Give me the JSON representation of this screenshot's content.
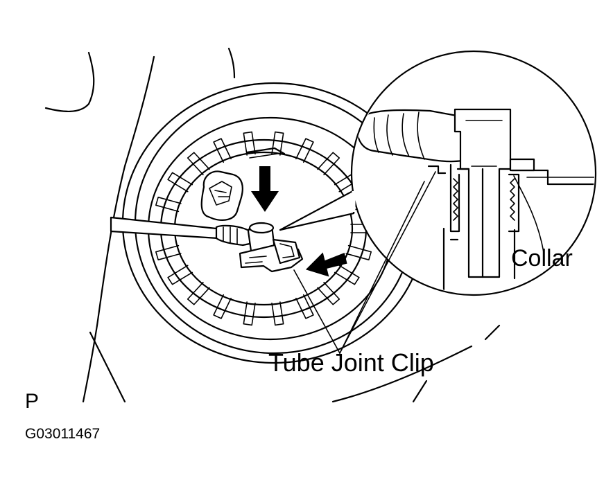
{
  "labels": {
    "collar": "Collar",
    "tube_joint_clip": "Tube Joint Clip",
    "view": "P",
    "figure_code": "G03011467"
  }
}
